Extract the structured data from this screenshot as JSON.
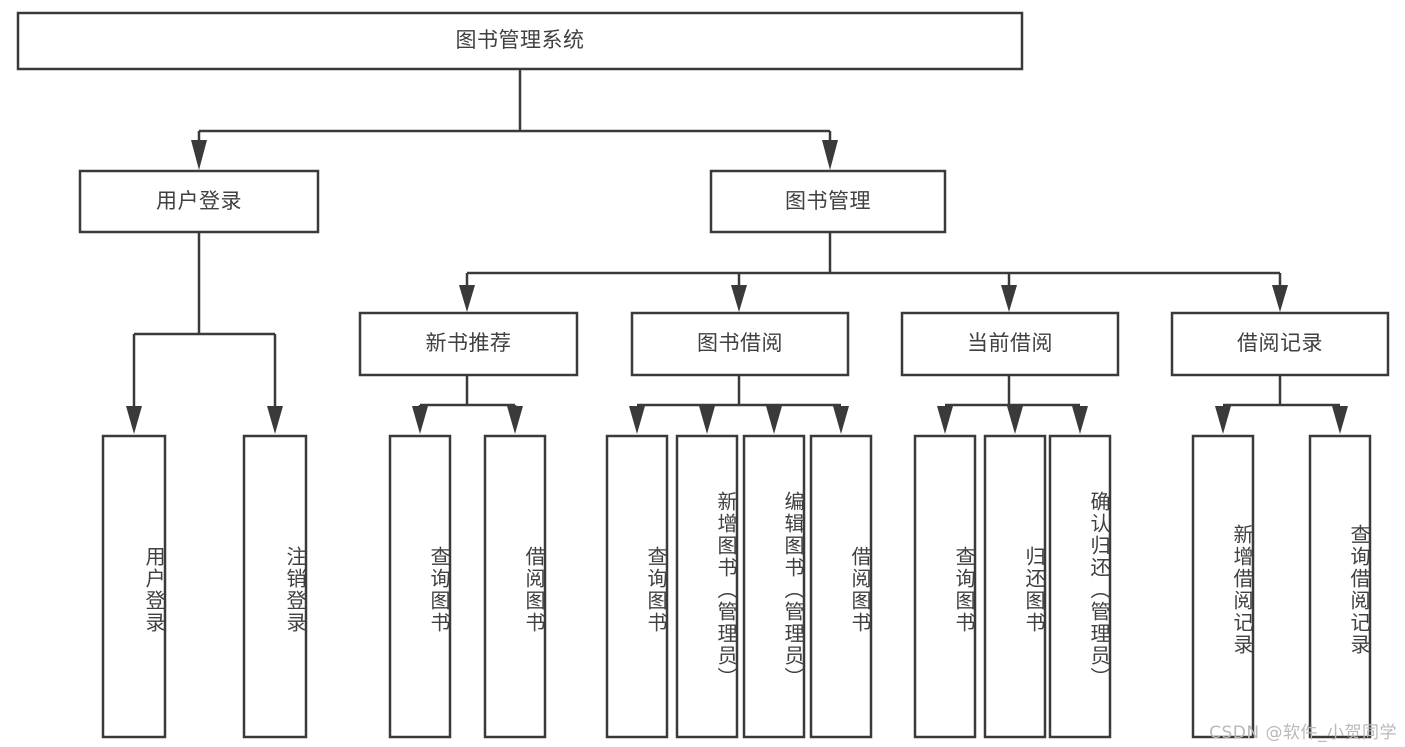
{
  "diagram": {
    "title": "图书管理系统",
    "watermark": "CSDN @软件_小贺同学",
    "colors": {
      "stroke": "#3a3a3a",
      "text": "#404040",
      "background": "#ffffff",
      "watermark": "#b9b9b9"
    },
    "levels": {
      "root": {
        "label": "图书管理系统"
      },
      "level2": [
        {
          "label": "用户登录"
        },
        {
          "label": "图书管理"
        }
      ],
      "level3": [
        {
          "label": "新书推荐"
        },
        {
          "label": "图书借阅"
        },
        {
          "label": "当前借阅"
        },
        {
          "label": "借阅记录"
        }
      ],
      "leaves": {
        "user_login": [
          {
            "label": "用户登录"
          },
          {
            "label": "注销登录"
          }
        ],
        "new_book_recommend": [
          {
            "label": "查询图书"
          },
          {
            "label": "借阅图书"
          }
        ],
        "book_borrow": [
          {
            "label": "查询图书"
          },
          {
            "label": "新增图书（管理员）"
          },
          {
            "label": "编辑图书（管理员）"
          },
          {
            "label": "借阅图书"
          }
        ],
        "current_borrow": [
          {
            "label": "查询图书"
          },
          {
            "label": "归还图书"
          },
          {
            "label": "确认归还（管理员）"
          }
        ],
        "borrow_record": [
          {
            "label": "新增借阅记录"
          },
          {
            "label": "查询借阅记录"
          }
        ]
      }
    }
  }
}
